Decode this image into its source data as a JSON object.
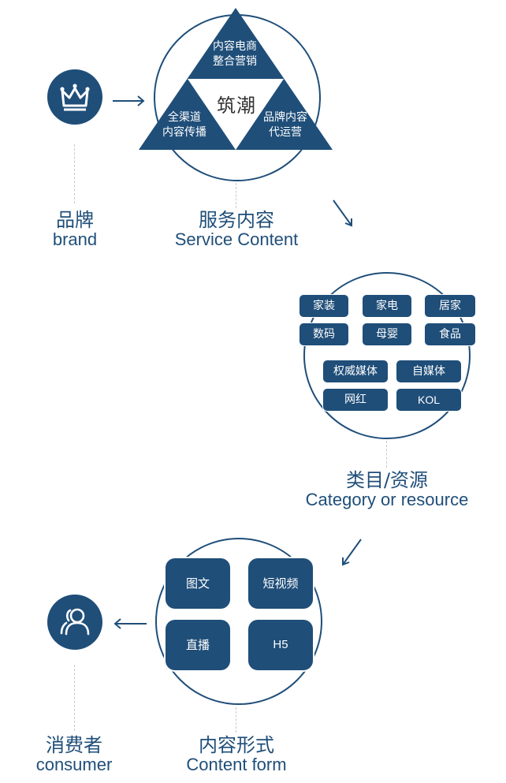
{
  "colors": {
    "primary": "#1f4e79",
    "background": "#ffffff",
    "dotted_line": "#c8c8c8"
  },
  "brand": {
    "icon": "crown-icon",
    "label_zh": "品牌",
    "label_en": "brand"
  },
  "service_content": {
    "label_zh": "服务内容",
    "label_en": "Service Content",
    "center_logo": "筑潮",
    "triangles": [
      {
        "position": "top",
        "line1": "内容电商",
        "line2": "整合营销"
      },
      {
        "position": "bottom-left",
        "line1": "全渠道",
        "line2": "内容传播"
      },
      {
        "position": "bottom-right",
        "line1": "品牌内容",
        "line2": "代运营"
      }
    ]
  },
  "category_resource": {
    "label_zh": "类目/资源",
    "label_en": "Category or resource",
    "categories": [
      "家装",
      "家电",
      "居家",
      "数码",
      "母婴",
      "食品"
    ],
    "resources": [
      "权威媒体",
      "自媒体",
      "网红",
      "KOL"
    ]
  },
  "content_form": {
    "label_zh": "内容形式",
    "label_en": "Content form",
    "forms": [
      "图文",
      "短视频",
      "直播",
      "H5"
    ]
  },
  "consumer": {
    "icon": "users-icon",
    "label_zh": "消费者",
    "label_en": "consumer"
  },
  "arrows": [
    {
      "from": "brand",
      "to": "service_content",
      "icon": "arrow-right-icon"
    },
    {
      "from": "service_content",
      "to": "category_resource",
      "icon": "arrow-down-right-icon"
    },
    {
      "from": "category_resource",
      "to": "content_form",
      "icon": "arrow-down-left-icon"
    },
    {
      "from": "content_form",
      "to": "consumer",
      "icon": "arrow-left-icon"
    }
  ]
}
